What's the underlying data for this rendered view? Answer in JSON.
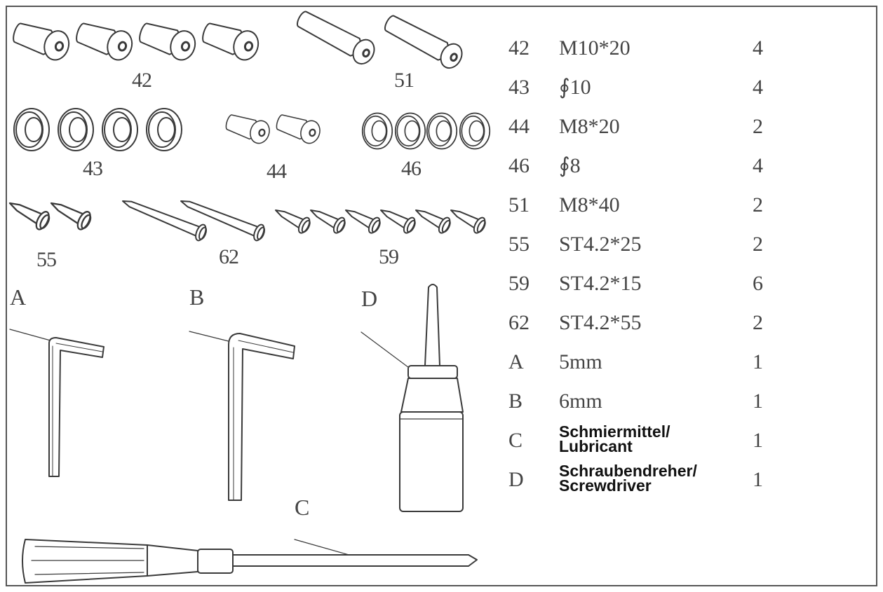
{
  "diagram": {
    "part_labels": {
      "p42": "42",
      "p51": "51",
      "p43": "43",
      "p44": "44",
      "p46": "46",
      "p55": "55",
      "p62": "62",
      "p59": "59"
    },
    "tool_labels": {
      "a": "A",
      "b": "B",
      "c": "C",
      "d": "D"
    }
  },
  "parts_list": [
    {
      "id": "42",
      "spec": "M10*20",
      "qty": "4"
    },
    {
      "id": "43",
      "spec": "∮10",
      "qty": "4"
    },
    {
      "id": "44",
      "spec": "M8*20",
      "qty": "2"
    },
    {
      "id": "46",
      "spec": "∮8",
      "qty": "4"
    },
    {
      "id": "51",
      "spec": "M8*40",
      "qty": "2"
    },
    {
      "id": "55",
      "spec": "ST4.2*25",
      "qty": "2"
    },
    {
      "id": "59",
      "spec": "ST4.2*15",
      "qty": "6"
    },
    {
      "id": "62",
      "spec": "ST4.2*55",
      "qty": "2"
    },
    {
      "id": "A",
      "spec": "5mm",
      "qty": "1"
    },
    {
      "id": "B",
      "spec": "6mm",
      "qty": "1"
    },
    {
      "id": "C",
      "spec_line1": "Schmiermittel/",
      "spec_line2": "Lubricant",
      "qty": "1"
    },
    {
      "id": "D",
      "spec_line1": "Schraubendreher/",
      "spec_line2": "Screwdriver",
      "qty": "1"
    }
  ],
  "colors": {
    "line": "#3a3a3a",
    "frame": "#555555"
  }
}
